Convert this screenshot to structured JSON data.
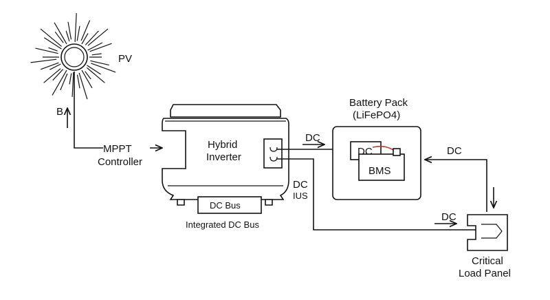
{
  "labels": {
    "pv": "PV",
    "b_arrow": "B",
    "mppt_line1": "MPPT",
    "mppt_line2": "Controller",
    "inverter_line1": "Hybrid",
    "inverter_line2": "Inverter",
    "dc_bus_box": "DC Bus",
    "integrated_dc_bus": "Integrated DC Bus",
    "dc_to_battery": "DC",
    "dc_bus_side_line1": "DC",
    "dc_bus_side_line2": "IUS",
    "battery_line1": "Battery Pack",
    "battery_line2": "(LiFePO4)",
    "battery_dc": "DC",
    "bms": "BMS",
    "dc_return": "DC",
    "dc_to_load": "DC",
    "load_line1": "Critical",
    "load_line2": "Load Panel"
  },
  "colors": {
    "line": "#111111",
    "accent_wire": "#c0392b"
  }
}
